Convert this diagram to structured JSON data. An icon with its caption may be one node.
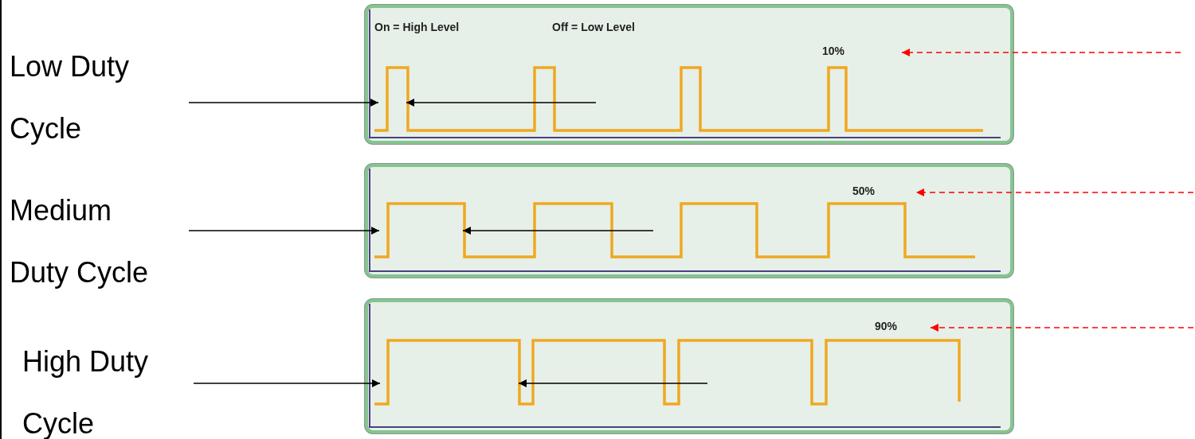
{
  "diagram": {
    "nodes": [
      {
        "text": [
          "On = High Level",
          "Off = Low Level"
        ]
      },
      {
        "text": [
          "10%"
        ],
        "in": 0
      },
      {
        "text": [],
        "shape": "box"
      },
      {
        "text": [
          "50%"
        ],
        "in": 2
      },
      {
        "text": [],
        "shape": "box"
      },
      {
        "text": [
          "90%"
        ],
        "in": 4
      }
    ],
    "edges": [
      {
        "from": null,
        "to": 1,
        "arrow": "to",
        "style": "dashed",
        "color": "#ff0000"
      },
      {
        "from": null,
        "to": 3,
        "arrow": "to",
        "style": "dashed",
        "color": "#ff0000"
      },
      {
        "from": null,
        "to": 5,
        "arrow": "to",
        "style": "dashed",
        "color": "#ff0000"
      }
    ],
    "labels": [
      "Low Duty Cycle",
      "Medium Duty Cycle",
      "High Duty Cycle"
    ]
  }
}
